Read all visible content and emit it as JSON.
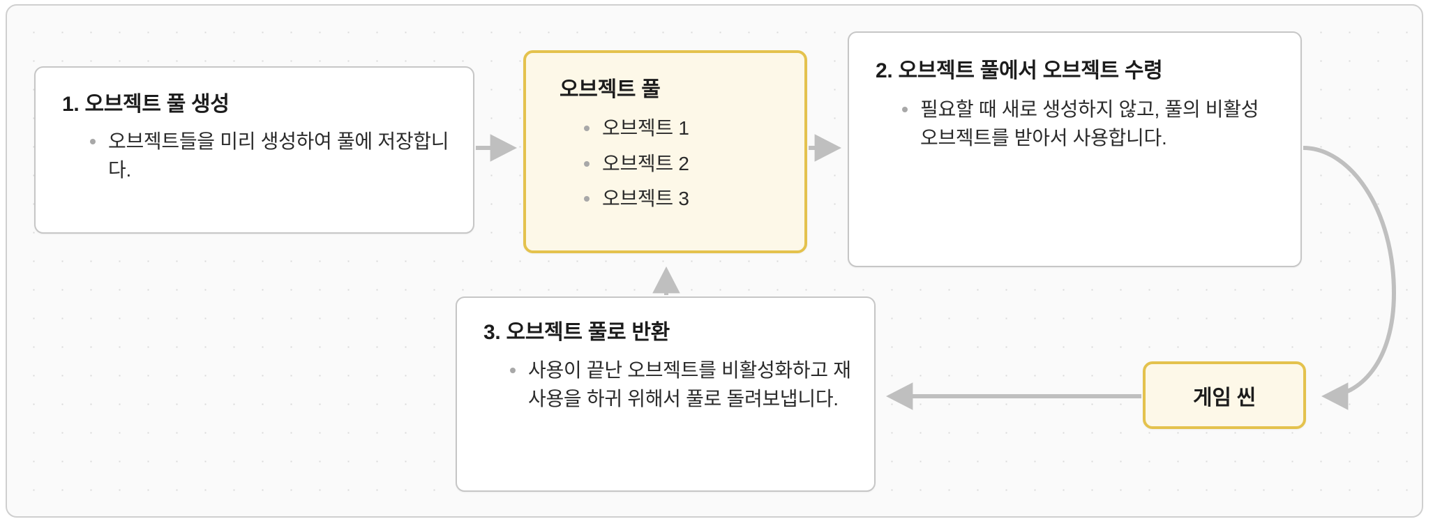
{
  "diagram": {
    "title": "Object Pool Pattern Flow",
    "colors": {
      "canvas_background": "#fafafa",
      "canvas_border": "#cfcfcf",
      "node_border": "#c6c6c6",
      "node_background": "#ffffff",
      "accent_border": "#e4c24d",
      "accent_background": "#fdf8e8",
      "edge": "#bfbfbf",
      "text": "#1c1c1c",
      "bullet": "#a8a8a8"
    }
  },
  "nodes": {
    "create": {
      "title": "1. 오브젝트 풀 생성",
      "bullets": [
        "오브젝트들을 미리 생성하여 풀에 저장합니다."
      ]
    },
    "pool": {
      "title": "오브젝트 풀",
      "bullets": [
        "오브젝트 1",
        "오브젝트 2",
        "오브젝트 3"
      ]
    },
    "acquire": {
      "title": "2. 오브젝트 풀에서 오브젝트 수령",
      "bullets": [
        "필요할 때 새로 생성하지 않고, 풀의 비활성 오브젝트를 받아서 사용합니다."
      ]
    },
    "return": {
      "title": "3. 오브젝트 풀로 반환",
      "bullets": [
        "사용이 끝난 오브젝트를 비활성화하고 재사용을 하귀 위해서 풀로 돌려보냅니다."
      ]
    },
    "scene": {
      "title": "게임 씬"
    }
  },
  "edges": [
    {
      "name": "create-to-pool",
      "from": "create",
      "to": "pool",
      "direction": "right"
    },
    {
      "name": "pool-to-acquire",
      "from": "pool",
      "to": "acquire",
      "direction": "right"
    },
    {
      "name": "acquire-to-scene",
      "from": "acquire",
      "to": "scene",
      "direction": "curve-down-left"
    },
    {
      "name": "scene-to-return",
      "from": "scene",
      "to": "return",
      "direction": "left"
    },
    {
      "name": "return-to-pool",
      "from": "return",
      "to": "pool",
      "direction": "up"
    }
  ]
}
